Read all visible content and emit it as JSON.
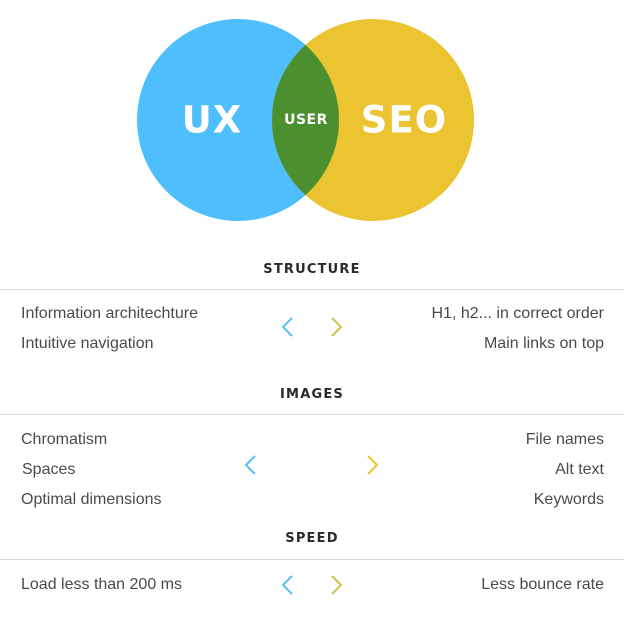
{
  "venn": {
    "left_label": "UX",
    "center_label": "USER",
    "right_label": "SEO",
    "colors": {
      "ux": "#4fbefc",
      "seo": "#ecc331",
      "overlap": "#4c8f2f"
    }
  },
  "sections": [
    {
      "title": "STRUCTURE",
      "left": [
        "Information architechture",
        "Intuitive navigation"
      ],
      "right": [
        "H1, h2... in correct order",
        "Main links on top"
      ]
    },
    {
      "title": "IMAGES",
      "left": [
        "Chromatism",
        "Spaces",
        "Optimal dimensions"
      ],
      "right": [
        "File names",
        "Alt text",
        "Keywords"
      ]
    },
    {
      "title": "SPEED",
      "left": [
        "Load less than 200 ms"
      ],
      "right": [
        "Less bounce rate"
      ]
    }
  ],
  "icons": {
    "arrow": "double-headed-arrow"
  }
}
